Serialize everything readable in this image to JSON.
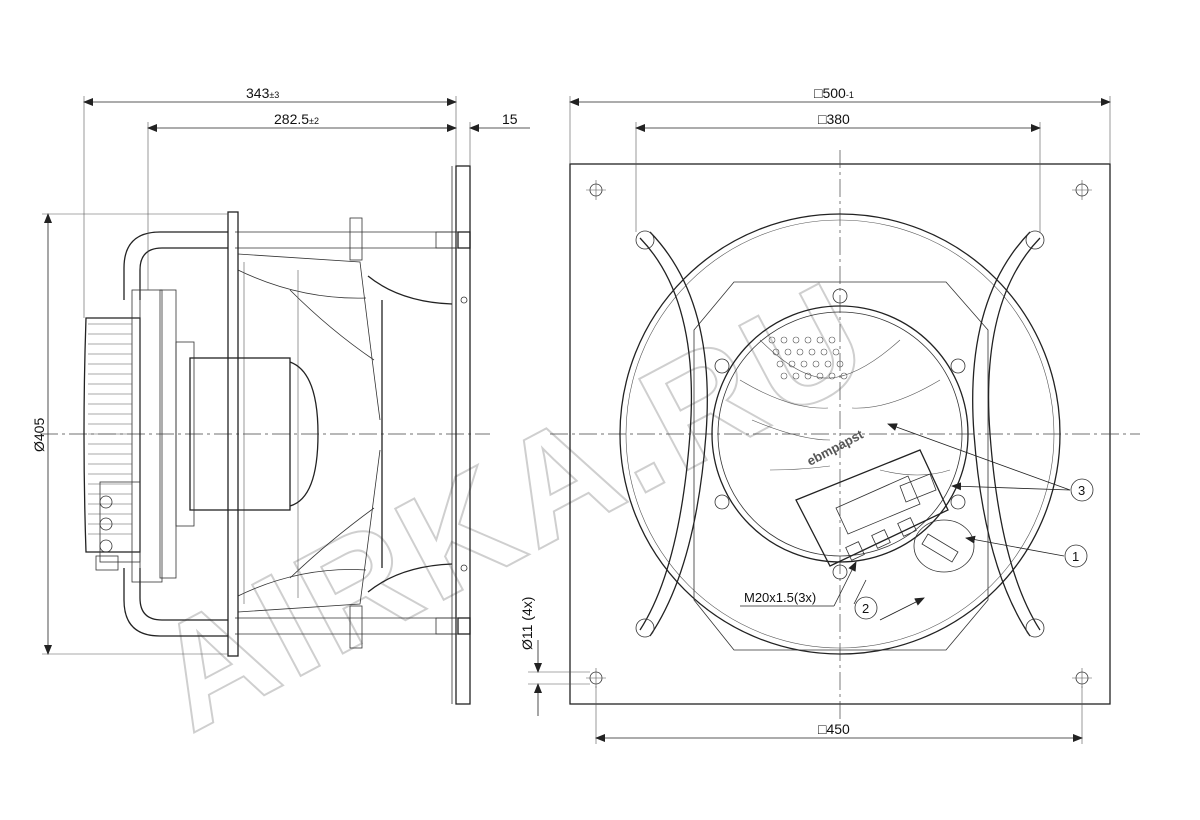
{
  "side_view": {
    "dim_overall_length": {
      "value": "343",
      "tol": "±3"
    },
    "dim_length_to_flange": {
      "value": "282.5",
      "tol": "±2"
    },
    "dim_flange_thickness": {
      "value": "15"
    },
    "dim_diameter": {
      "value": "Ø405"
    }
  },
  "front_view": {
    "dim_plate_size": {
      "value": "□500",
      "tol": "-1"
    },
    "dim_guard_spacing": {
      "value": "□380"
    },
    "dim_hole_spacing": {
      "value": "□450"
    },
    "dim_hole_diameter": {
      "value": "Ø11 (4x)"
    },
    "thread_label": "M20x1.5(3x)",
    "brand_text": "ebmpapst",
    "callouts": [
      "1",
      "2",
      "3"
    ]
  },
  "watermark": "AIRKA.RU",
  "colors": {
    "line": "#222222",
    "watermark": "#cfcfcf",
    "background": "#ffffff"
  }
}
